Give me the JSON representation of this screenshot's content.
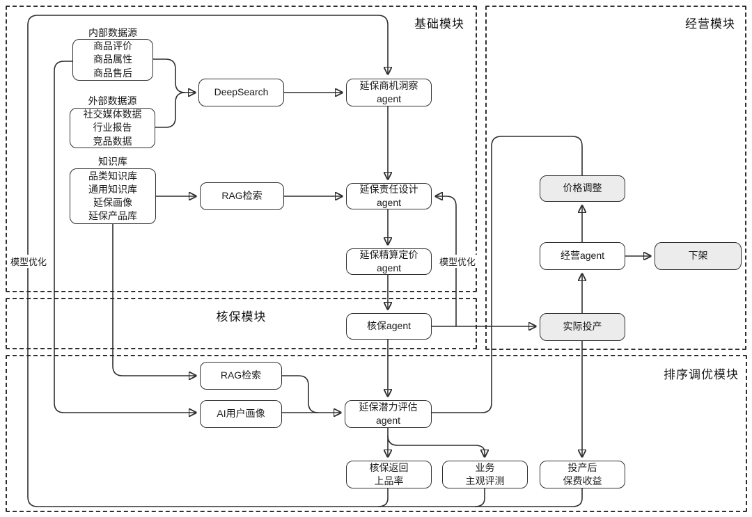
{
  "diagram": {
    "modules": {
      "base": {
        "label": "基础模块"
      },
      "operations": {
        "label": "经营模块"
      },
      "underwriting": {
        "label": "核保模块"
      },
      "ranking": {
        "label": "排序调优模块"
      }
    },
    "section_labels": {
      "internal_source": "内部数据源",
      "external_source": "外部数据源",
      "knowledge_base": "知识库"
    },
    "nodes": {
      "internal_source": [
        "商品评价",
        "商品属性",
        "商品售后"
      ],
      "external_source": [
        "社交媒体数据",
        "行业报告",
        "竞品数据"
      ],
      "knowledge_base": [
        "品类知识库",
        "通用知识库",
        "延保画像",
        "延保产品库"
      ],
      "deepsearch": "DeepSearch",
      "rag_search_top": "RAG检索",
      "opportunity_agent": "延保商机洞察agent",
      "design_agent": "延保责任设计agent",
      "pricing_agent": "延保精算定价agent",
      "underwriting_agent": "核保agent",
      "price_adjustment": "价格调整",
      "operations_agent": "经营agent",
      "delist": "下架",
      "production": "实际投产",
      "rag_search_bottom": "RAG检索",
      "ai_user_profile": "AI用户画像",
      "potential_agent": "延保潜力评估agent",
      "underwriting_return": [
        "核保返回",
        "上品率"
      ],
      "subjective_eval": [
        "业务",
        "主观评测"
      ],
      "premium_income": [
        "投产后",
        "保费收益"
      ]
    },
    "edge_labels": {
      "model_optimization_left": "模型优化",
      "model_optimization_right": "模型优化"
    },
    "colors": {
      "line": "#2f2f2f",
      "node_border": "#2f2f2f",
      "node_fill": "#ffffff",
      "highlight_fill": "#ececec",
      "background": "#ffffff"
    }
  }
}
